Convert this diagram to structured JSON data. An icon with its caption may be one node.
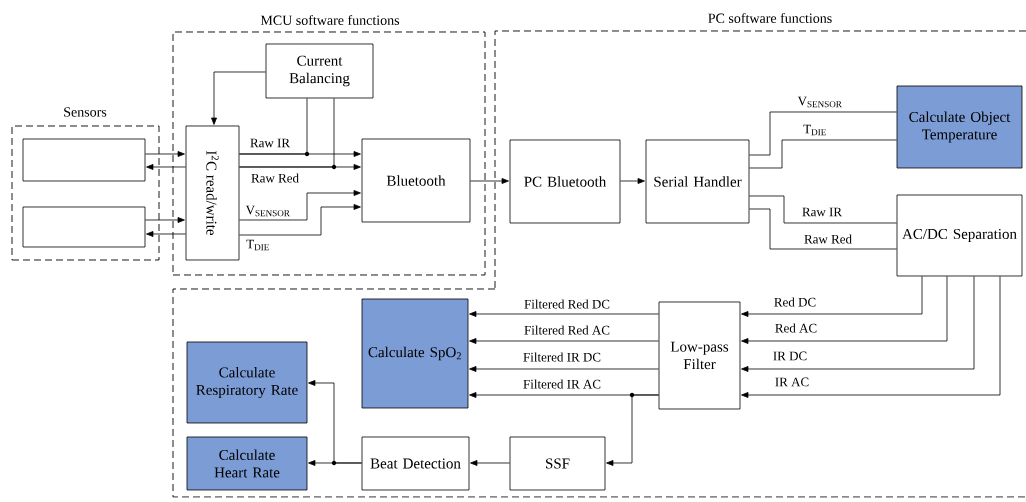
{
  "diagram": {
    "nodes": [
      {
        "text": [
          "Sensors"
        ]
      },
      {
        "text": [],
        "shape": "box",
        "in": 0
      },
      {
        "text": [],
        "shape": "box",
        "in": 0
      },
      {
        "text": [
          "MCU software functions"
        ]
      },
      {
        "text": [
          "I$^{2}$C read/write"
        ],
        "in": 3
      },
      {
        "text": [
          "Current Balancing"
        ],
        "in": 3
      },
      {
        "text": [
          "Bluetooth"
        ],
        "in": 3
      },
      {
        "text": [
          "PC software functions"
        ]
      },
      {
        "text": [
          "PC Bluetooth"
        ],
        "in": 7
      },
      {
        "text": [
          "Serial Handler"
        ],
        "in": 7
      },
      {
        "text": [
          "Calculate Object Temperature"
        ],
        "in": 7
      },
      {
        "text": [
          "AC/DC Separation"
        ],
        "in": 7
      },
      {
        "text": [],
        "shape": "box"
      },
      {
        "text": [
          "Low-pass Filter"
        ],
        "in": 12
      },
      {
        "text": [
          "Calculate SpO$_{2}$"
        ],
        "in": 12
      },
      {
        "text": [
          "Calculate Respiratory Rate"
        ],
        "in": 12
      },
      {
        "text": [
          "Calculate Heart Rate"
        ],
        "in": 12
      },
      {
        "text": [
          "Beat Detection"
        ],
        "in": 12
      },
      {
        "text": [
          "SSF"
        ],
        "in": 12
      }
    ],
    "edges": [
      {
        "from": 1,
        "to": 4,
        "arrow": "to"
      },
      {
        "from": 4,
        "to": 1,
        "arrow": "to"
      },
      {
        "from": 2,
        "to": 4,
        "arrow": "to"
      },
      {
        "from": 4,
        "to": 2,
        "arrow": "to"
      },
      {
        "from": 5,
        "to": 4,
        "arrow": "to"
      },
      {
        "from": 4,
        "to": 6,
        "arrow": "to",
        "label": "Raw IR"
      },
      {
        "from": 4,
        "to": 5,
        "arrow": "none"
      },
      {
        "from": 4,
        "to": 6,
        "arrow": "to",
        "label": "Raw Red"
      },
      {
        "from": 4,
        "to": 5,
        "arrow": "none"
      },
      {
        "from": 4,
        "to": 6,
        "arrow": "to",
        "label": "V$_{SENSOR}$"
      },
      {
        "from": 4,
        "to": 6,
        "arrow": "to",
        "label": "T$_{DIE}$"
      },
      {
        "from": 6,
        "to": 8,
        "arrow": "to"
      },
      {
        "from": 8,
        "to": 9,
        "arrow": "to"
      },
      {
        "from": 9,
        "to": 10,
        "arrow": "none",
        "label": "V$_{SENSOR}$"
      },
      {
        "from": 9,
        "to": 10,
        "arrow": "none",
        "label": "T$_{DIE}$"
      },
      {
        "from": 9,
        "to": 11,
        "arrow": "none",
        "label": "Raw IR"
      },
      {
        "from": 9,
        "to": 11,
        "arrow": "none",
        "label": "Raw Red"
      },
      {
        "from": 11,
        "to": 13,
        "arrow": "to",
        "label": "Red DC"
      },
      {
        "from": 11,
        "to": 13,
        "arrow": "to",
        "label": "Red AC"
      },
      {
        "from": 11,
        "to": 13,
        "arrow": "to",
        "label": "IR DC"
      },
      {
        "from": 11,
        "to": 13,
        "arrow": "to",
        "label": "IR AC"
      },
      {
        "from": 13,
        "to": 14,
        "arrow": "to",
        "label": "Filtered Red DC"
      },
      {
        "from": 13,
        "to": 14,
        "arrow": "to",
        "label": "Filtered Red AC"
      },
      {
        "from": 13,
        "to": 14,
        "arrow": "to",
        "label": "Filtered IR DC"
      },
      {
        "from": 13,
        "to": 14,
        "arrow": "to",
        "label": "Filtered IR AC"
      },
      {
        "from": 13,
        "to": 18,
        "arrow": "to"
      },
      {
        "from": 18,
        "to": 17,
        "arrow": "to"
      },
      {
        "from": 17,
        "to": 16,
        "arrow": "to"
      },
      {
        "from": 17,
        "to": 15,
        "arrow": "to"
      }
    ]
  }
}
